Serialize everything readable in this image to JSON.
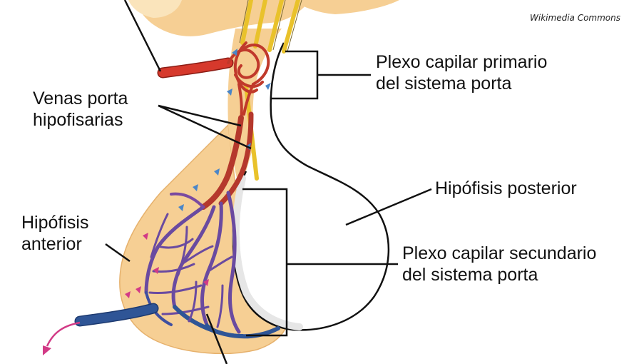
{
  "credit": "Wikimedia Commons",
  "labels": {
    "primary_plexus": [
      "Plexo capilar primario",
      "del sistema porta"
    ],
    "portal_veins": [
      "Venas porta",
      "hipofisarias"
    ],
    "posterior_pituitary": "Hipófisis posterior",
    "anterior_pituitary": [
      "Hipófisis",
      "anterior"
    ],
    "secondary_plexus": [
      "Plexo capilar secundario",
      "del sistema porta"
    ]
  },
  "colors": {
    "tissue": "#f6cf94",
    "tissue_light": "#fae4bb",
    "artery": "#d6392c",
    "vein": "#2f5596",
    "capillary": "#6a4aa0",
    "flow_blue": "#4a86c8",
    "flow_pink": "#d23a86",
    "nerve_fibers": "#e9c22b"
  }
}
